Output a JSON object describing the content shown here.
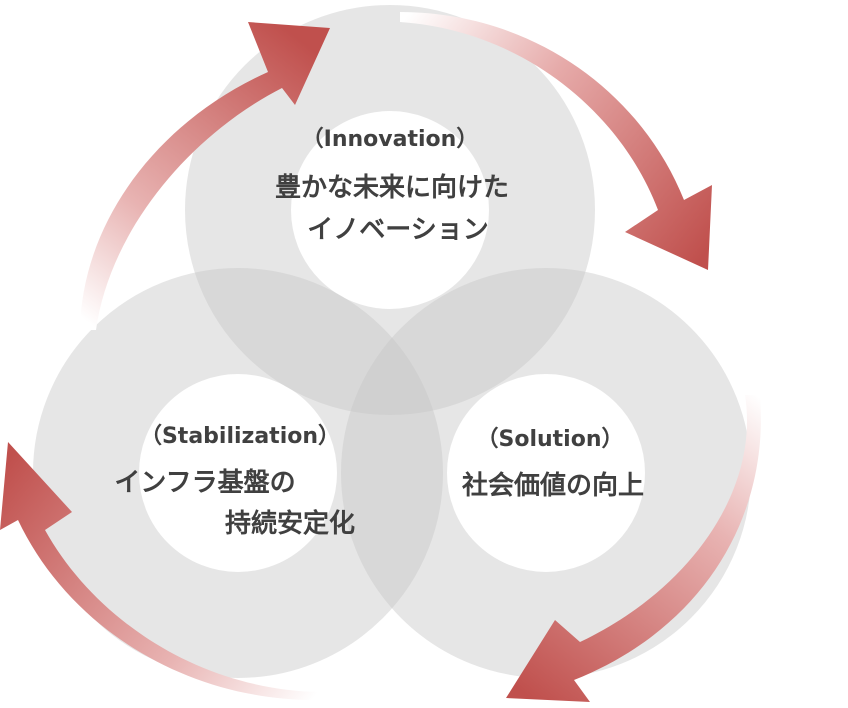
{
  "innovation": {
    "subtitle": "（Innovation）",
    "line1": "豊かな未来に向けた",
    "line2": "イノベーション"
  },
  "solution": {
    "subtitle": "（Solution）",
    "line1": "社会価値の向上"
  },
  "stabilization": {
    "subtitle": "（Stabilization）",
    "line1": "インフラ基盤の",
    "line2": "持続安定化"
  },
  "colors": {
    "ring": "#d9d9d9",
    "arrow_dark": "#c0504d",
    "arrow_light": "#f4dcdc",
    "text": "#404040"
  }
}
